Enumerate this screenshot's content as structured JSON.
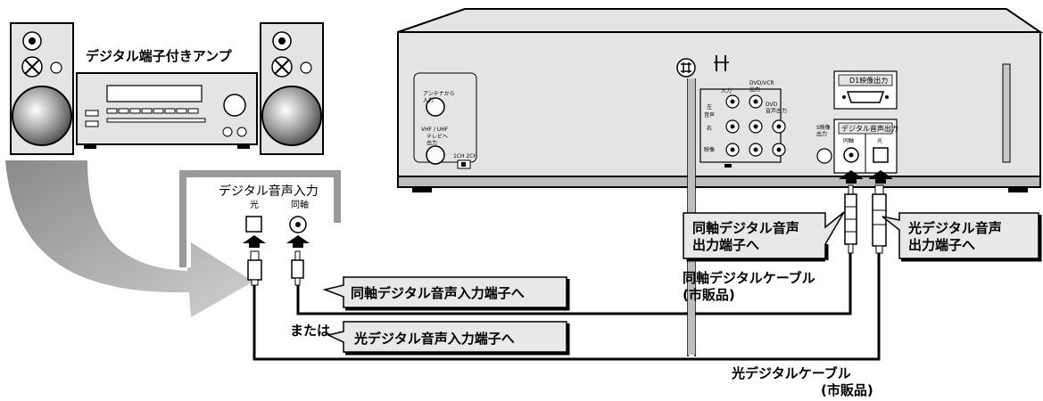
{
  "amplifier": {
    "title": "デジタル端子付きアンプ"
  },
  "amp_input_panel": {
    "title": "デジタル音声入力",
    "optical_label": "光",
    "coaxial_label": "同軸"
  },
  "recorder_panel": {
    "antenna_in": "アンテナから\n入力",
    "vhf_uhf": "VHF / UHF",
    "tv_out": "テレビへ\n出力",
    "channel_switch": "1CH  2CH",
    "dvd_vcr_out": "DVD/VCR\n出力",
    "input_label": "入力",
    "audio_label": "音声",
    "video_label": "映像",
    "left_label": "左",
    "right_label": "右",
    "dvd_audio_out": "DVD\n音声出力",
    "d1_video_out": "D1映像出力",
    "s_video_out": "S映像\n出力",
    "digital_audio_out": "デジタル音声出力",
    "coaxial_label": "同軸",
    "optical_label": "光"
  },
  "callouts": {
    "coax_output": "同軸デジタル音声\n出力端子へ",
    "optical_output": "光デジタル音声\n出力端子へ",
    "coax_input": "同軸デジタル音声入力端子へ",
    "optical_input": "光デジタル音声入力端子へ",
    "or": "または"
  },
  "cables": {
    "coaxial": "同軸デジタルケーブル\n(市販品)",
    "optical": "光デジタルケーブル\n(市販品)"
  },
  "colors": {
    "line": "#000000",
    "device_gray": "#e4e4e4",
    "device_dark": "#bdbdbd",
    "callout_fill": "#e8e8e8",
    "arrow_gray": "#9a9a9a"
  }
}
